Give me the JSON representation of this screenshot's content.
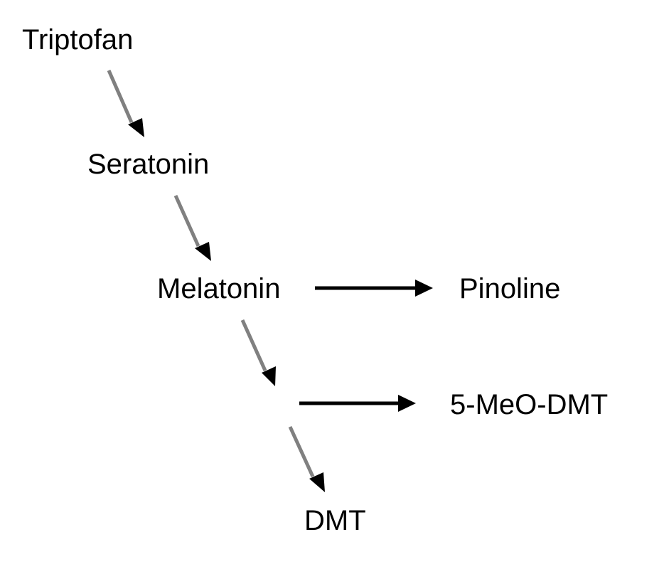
{
  "diagram": {
    "nodes": [
      {
        "id": "triptofan",
        "label": "Triptofan"
      },
      {
        "id": "seratonin",
        "label": "Seratonin"
      },
      {
        "id": "melatonin",
        "label": "Melatonin"
      },
      {
        "id": "pinoline",
        "label": "Pinoline"
      },
      {
        "id": "meo_dmt",
        "label": "5-MeO-DMT"
      },
      {
        "id": "dmt",
        "label": "DMT"
      }
    ],
    "edges": [
      {
        "from": "triptofan",
        "to": "seratonin",
        "color": "#808080"
      },
      {
        "from": "seratonin",
        "to": "melatonin",
        "color": "#808080"
      },
      {
        "from": "melatonin",
        "to": "pinoline",
        "color": "#000000"
      },
      {
        "from": "melatonin",
        "to": "branch",
        "color": "#808080"
      },
      {
        "from": "branch",
        "to": "meo_dmt",
        "color": "#000000"
      },
      {
        "from": "branch",
        "to": "dmt",
        "color": "#808080"
      }
    ]
  },
  "colors": {
    "background": "#ffffff",
    "text": "#000000",
    "gray_arrow": "#808080",
    "black_arrow": "#000000"
  }
}
